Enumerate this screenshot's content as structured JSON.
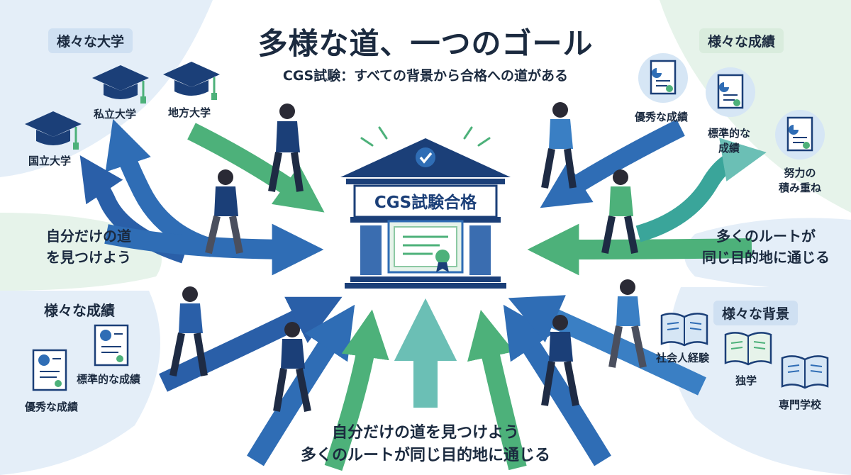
{
  "title": "多様な道、一つのゴール",
  "subtitle": "CGS試験：すべての背景から合格への道がある",
  "goal_label": "CGS試験合格",
  "universities": {
    "heading": "様々な大学",
    "items": [
      "私立大学",
      "地方大学",
      "国立大学"
    ]
  },
  "grades_right": {
    "heading": "様々な成績",
    "items": [
      "優秀な成績",
      "標準的な\n成績",
      "努力の\n積み重ね"
    ]
  },
  "own_path_left": "自分だけの道\nを見つけよう",
  "many_routes_right": "多くのルートが\n同じ目的地に通じる",
  "grades_left": {
    "heading": "様々な成績",
    "items": [
      "標準的な成績",
      "優秀な成績"
    ]
  },
  "backgrounds": {
    "heading": "様々な背景",
    "items": [
      "社会人経験",
      "独学",
      "専門学校"
    ]
  },
  "bottom_line1": "自分だけの道を見つけよう",
  "bottom_line2": "多くのルートが同じ目的地に通じる",
  "colors": {
    "navy": "#1b3f78",
    "blue": "#2f6db5",
    "green": "#4db17a",
    "teal": "#3aa59a",
    "pale_blue": "#e4eef8",
    "pale_green": "#e6f3ea"
  },
  "icons": [
    "graduation-cap-icon",
    "document-icon",
    "open-book-icon",
    "checkmark-icon",
    "certificate-icon",
    "bank-building-icon"
  ]
}
